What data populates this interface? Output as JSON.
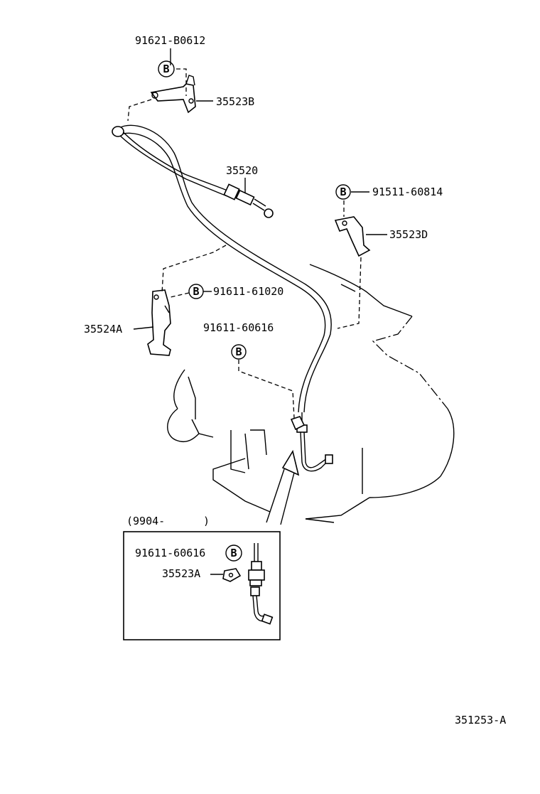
{
  "labels": {
    "p91621_b0612": "91621-B0612",
    "p35523b": "35523B",
    "p35520": "35520",
    "p91511_60814": "91511-60814",
    "p35523d": "35523D",
    "p91611_61020": "91611-61020",
    "p35524a": "35524A",
    "p91611_60616": "91611-60616",
    "inset_date": "(9904-",
    "inset_date_close": ")",
    "inset_91611_60616": "91611-60616",
    "inset_35523a": "35523A",
    "diagram_id": "351253-A"
  },
  "symbols": {
    "bolt_marker": "B"
  }
}
